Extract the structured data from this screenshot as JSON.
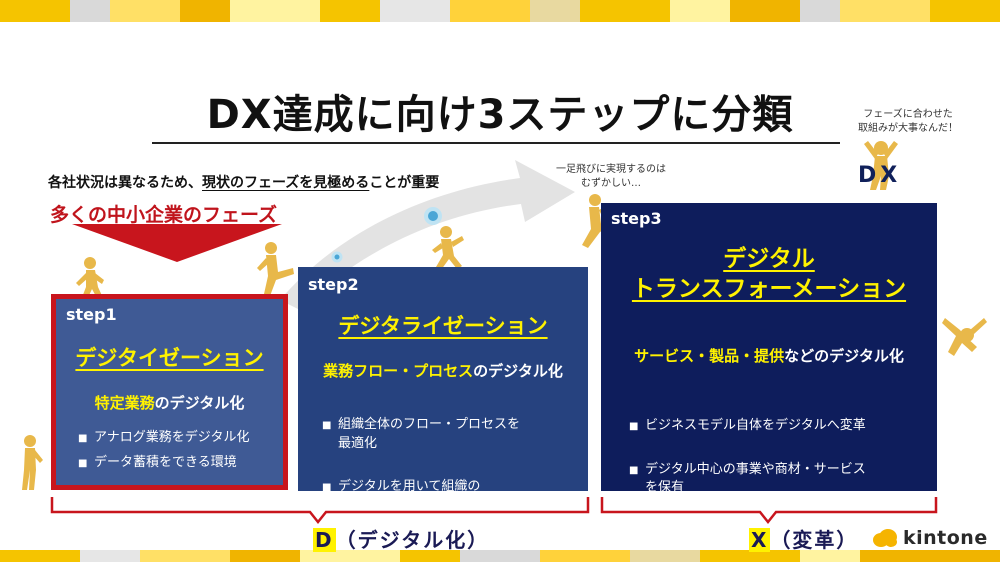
{
  "slide": {
    "title": "DX達成に向け3ステップに分類",
    "lead_before": "各社状況は異なるため、",
    "lead_underlined": "現状のフェーズを見極める",
    "lead_after": "ことが重要",
    "sme_phase_label": "多くの中小企業のフェーズ",
    "note_left_line1": "一足飛びに実現するのは",
    "note_left_line2": "むずかしい…",
    "note_right_line1": "フェーズに合わせた",
    "note_right_line2": "取組みが大事なんだ！",
    "dx_mark": "DX"
  },
  "steps": [
    {
      "label": "step1",
      "heading": "デジタイゼーション",
      "sub_highlight": "特定業務",
      "sub_rest": "のデジタル化",
      "bullets": [
        "アナログ業務をデジタル化",
        "データ蓄積をできる環境"
      ]
    },
    {
      "label": "step2",
      "heading": "デジタライゼーション",
      "sub_highlight": "業務フロー・プロセス",
      "sub_rest": "のデジタル化",
      "bullets": [
        "組織全体のフロー・プロセスを\n最適化",
        "デジタルを用いて組織の\n生産性を高める"
      ]
    },
    {
      "label": "step3",
      "heading_line1": "デジタル",
      "heading_line2": "トランスフォーメーション",
      "sub_highlight": "サービス・製品・提供",
      "sub_rest": "などのデジタル化",
      "bullets": [
        "ビジネスモデル自体をデジタルへ変革",
        "デジタル中心の事業や商材・サービス\nを保有"
      ]
    }
  ],
  "braces": {
    "d_key": "D",
    "d_rest": "（デジタル化）",
    "x_key": "X",
    "x_rest": "（変革）"
  },
  "brand": {
    "name": "kintone"
  },
  "colors": {
    "accent_yellow": "#fff200",
    "red": "#c8151d",
    "step1_bg": "#3f5a95",
    "step2_bg": "#26427f",
    "step3_bg": "#0e1d5c",
    "figure_gold": "#e8b84a"
  },
  "icons": [
    "person-walking-icon",
    "person-kicking-icon",
    "person-jumping-icon",
    "person-cheering-icon",
    "person-falling-icon",
    "person-standing-icon",
    "kintone-cloud-icon"
  ]
}
